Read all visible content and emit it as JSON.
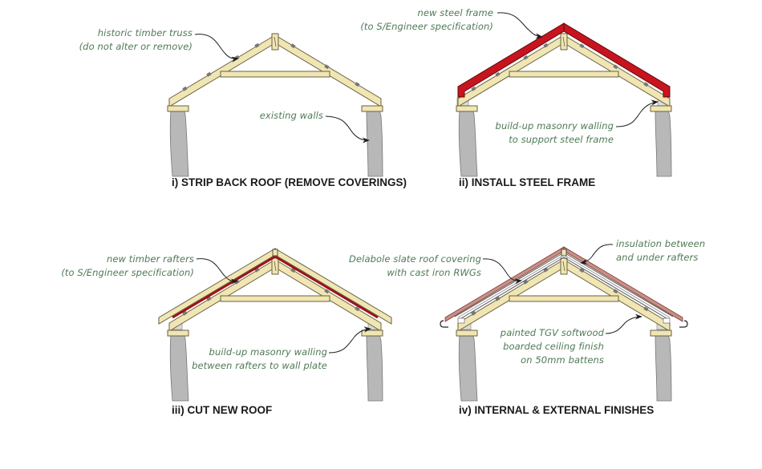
{
  "colors": {
    "timber_fill": "#efe6b4",
    "timber_stroke": "#6b6040",
    "steel_red": "#c8141e",
    "masonry_grey": "#b8b8b8",
    "slate_pink": "#c98f86",
    "annotation_green": "#4f7a55",
    "caption_black": "#1a1a1a"
  },
  "panels": [
    {
      "id": "i",
      "caption": "i) STRIP BACK ROOF (REMOVE COVERINGS)",
      "annotations": [
        {
          "lines": [
            "historic timber truss",
            "(do not alter or remove)"
          ]
        },
        {
          "lines": [
            "existing walls"
          ]
        }
      ]
    },
    {
      "id": "ii",
      "caption": "ii) INSTALL STEEL FRAME",
      "annotations": [
        {
          "lines": [
            "new steel frame",
            "(to S/Engineer specification)"
          ]
        },
        {
          "lines": [
            "build-up masonry walling",
            "to support steel frame"
          ]
        }
      ]
    },
    {
      "id": "iii",
      "caption": "iii) CUT NEW ROOF",
      "annotations": [
        {
          "lines": [
            "new timber rafters",
            "(to S/Engineer specification)"
          ]
        },
        {
          "lines": [
            "build-up masonry walling",
            "between rafters to wall plate"
          ]
        }
      ]
    },
    {
      "id": "iv",
      "caption": "iv) INTERNAL & EXTERNAL FINISHES",
      "annotations": [
        {
          "lines": [
            "Delabole slate roof covering",
            "with cast iron RWGs"
          ]
        },
        {
          "lines": [
            "insulation between",
            "and under rafters"
          ]
        },
        {
          "lines": [
            "painted TGV softwood",
            "boarded ceiling finish",
            "on 50mm battens"
          ]
        }
      ]
    }
  ]
}
